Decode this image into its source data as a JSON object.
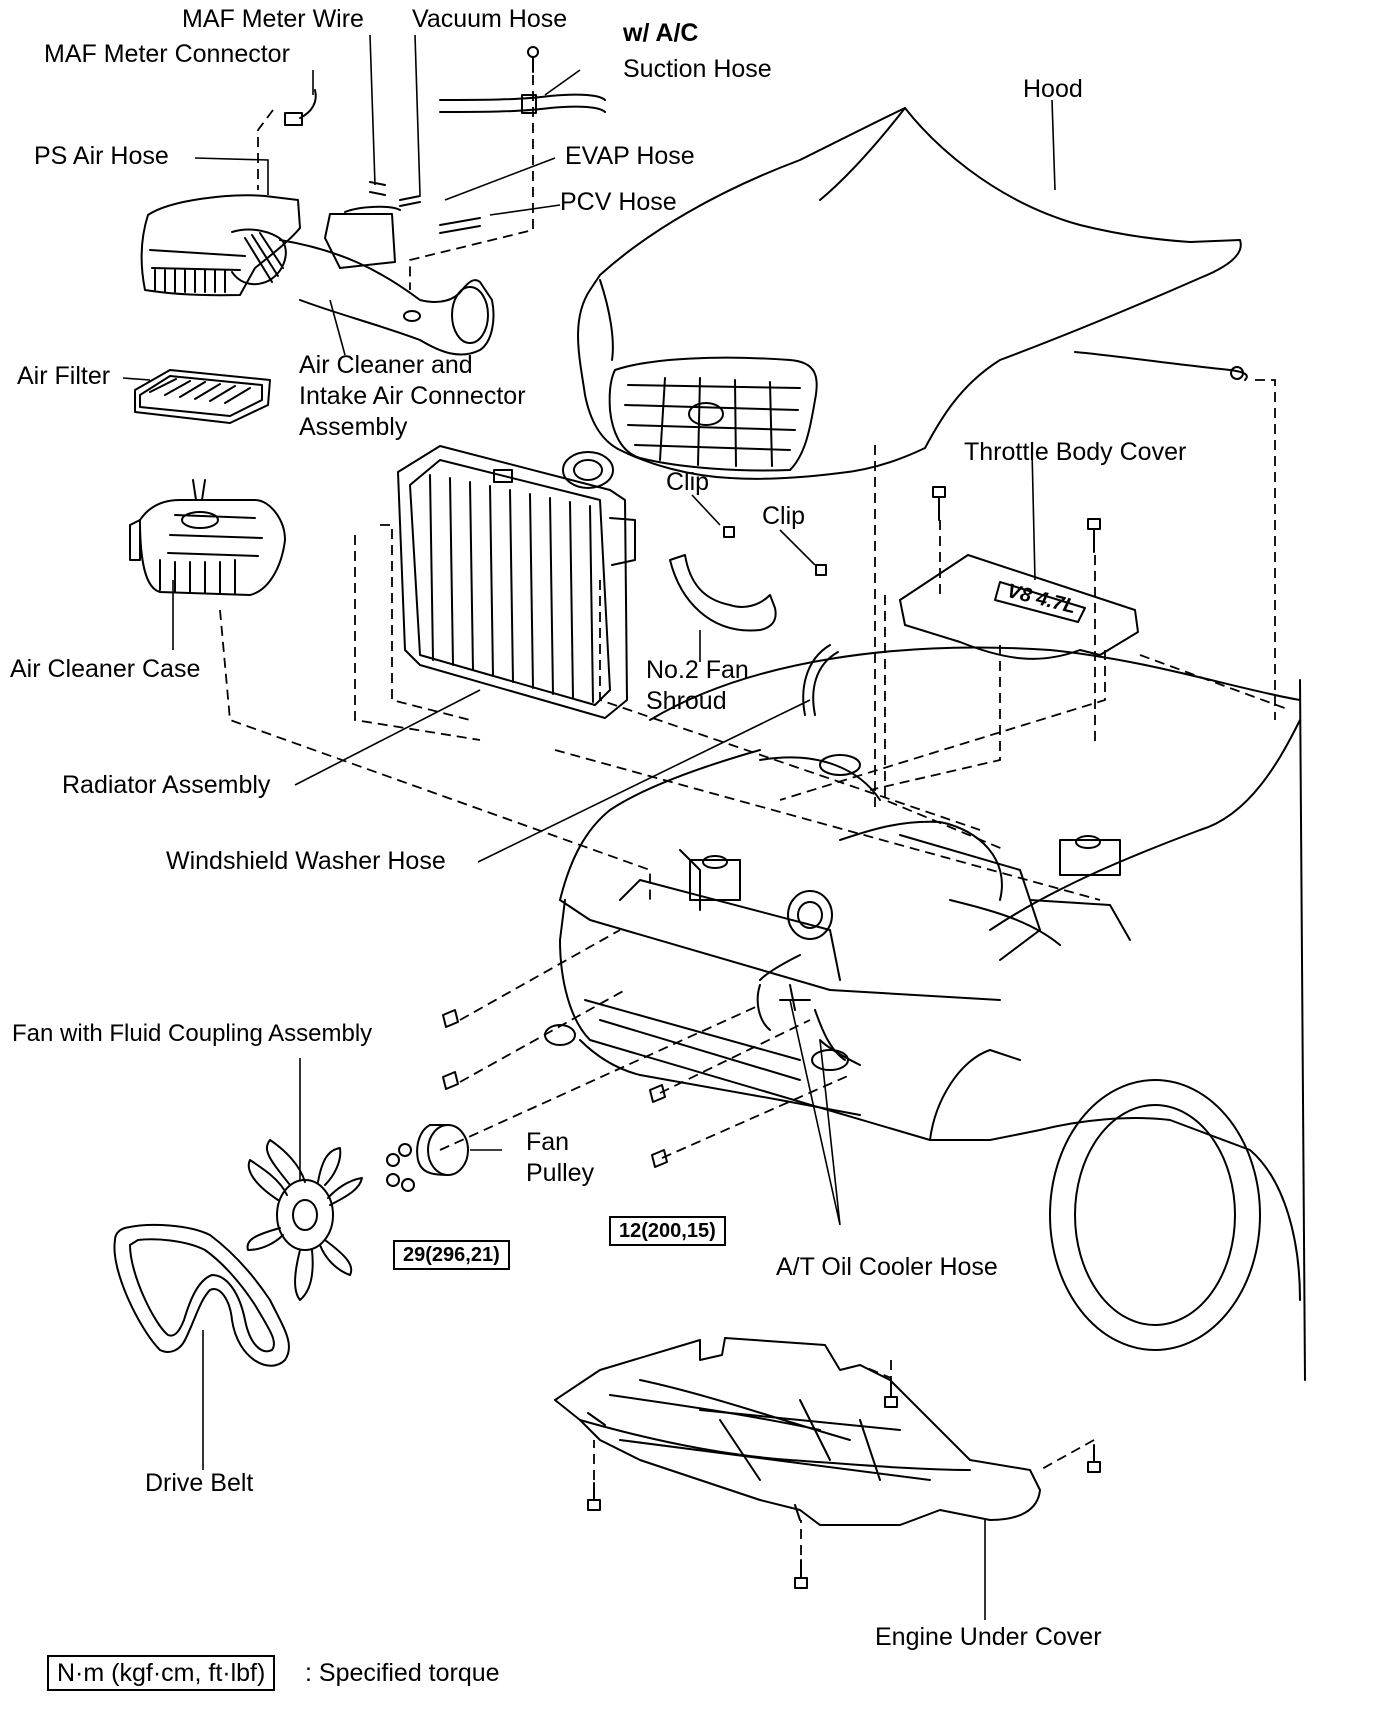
{
  "labels": {
    "maf_meter_wire": "MAF Meter Wire",
    "vacuum_hose": "Vacuum Hose",
    "wac": "w/ A/C",
    "suction_hose": "Suction Hose",
    "maf_meter_connector": "MAF Meter Connector",
    "hood": "Hood",
    "ps_air_hose": "PS Air Hose",
    "evap_hose": "EVAP Hose",
    "pcv_hose": "PCV Hose",
    "air_cleaner_1": "Air Cleaner and",
    "air_cleaner_2": "Intake Air Connector",
    "air_cleaner_3": "Assembly",
    "air_filter": "Air Filter",
    "throttle_body_cover": "Throttle Body Cover",
    "clip_1": "Clip",
    "clip_2": "Clip",
    "air_cleaner_case": "Air Cleaner Case",
    "fan_shroud_1": "No.2 Fan",
    "fan_shroud_2": "Shroud",
    "radiator_assembly": "Radiator Assembly",
    "windshield_washer_hose": "Windshield Washer Hose",
    "fan_coupling": "Fan with Fluid Coupling Assembly",
    "fan_pulley_1": "Fan",
    "fan_pulley_2": "Pulley",
    "torque_1": "29(296,21)",
    "torque_2": "12(200,15)",
    "at_oil_cooler_hose": "A/T Oil Cooler Hose",
    "drive_belt": "Drive Belt",
    "engine_under_cover": "Engine Under Cover",
    "legend_units": "N·m (kgf·cm, ft·lbf)",
    "legend_text": ": Specified torque",
    "engine_badge": "V8 4.7L"
  }
}
